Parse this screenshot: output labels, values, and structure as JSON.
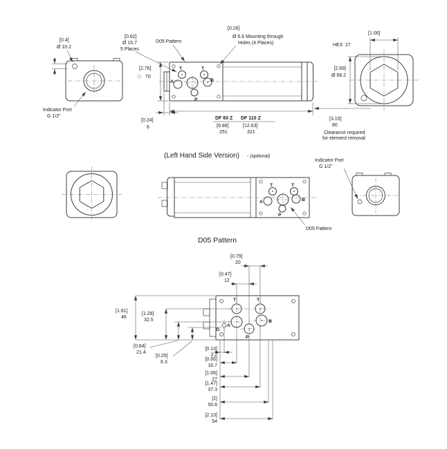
{
  "drawing": {
    "bg": "#ffffff",
    "line": "#3c3c3c",
    "text": "#1b1b1b"
  },
  "fig1": {
    "dim_indicator_hole": {
      "in": "[0.4]",
      "mm": "Ø 10.2"
    },
    "dim_ports": {
      "in": "[0.62]",
      "mm": "Ø 15.7",
      "note": "5 Places"
    },
    "callout_d05": "D05 Pattern",
    "dim_mounting": {
      "in": "[0.26]",
      "line1": "Ø 6.6  Mounting through",
      "line2": "Holes (4 Places)"
    },
    "label_hex": "HEX",
    "dim_hex": {
      "in": "[1.06]",
      "mm": "27"
    },
    "dim_square": {
      "in": "[2.76]",
      "symbol": "□",
      "mm": "70"
    },
    "dim_diameter": {
      "in": "[2.69]",
      "mm": "Ø 68.2"
    },
    "label_indicator1": "Indicator Port",
    "label_indicator2": "G 1/2\"",
    "dim_boss": {
      "in": "[0.24]",
      "mm": "6"
    },
    "table": {
      "h1": "DF 60 Z",
      "h2": "DF 110 Z",
      "in1": "[9.88]",
      "in2": "[12.63]",
      "mm1": "251",
      "mm2": "321"
    },
    "clearance": {
      "in": "[3.15]",
      "mm": "80",
      "note1": "Clearance required",
      "note2": "for element removal"
    },
    "ports": {
      "t1": "T",
      "t2": "T",
      "a": "A",
      "b": "B",
      "p": "P"
    }
  },
  "fig2": {
    "title": "(Left Hand Side Version)",
    "subtitle": "- (optional)",
    "label_indicator1": "Indicator Port",
    "label_indicator2": "G 1/2\"",
    "callout_d05": "D05 Pattern",
    "ports": {
      "t1": "T",
      "t2": "T",
      "a": "A",
      "b": "B",
      "p": "P"
    }
  },
  "fig3": {
    "title": "D05 Pattern",
    "ports": {
      "t1": "T",
      "t2": "T",
      "a": "A",
      "b": "B",
      "p": "P",
      "g": "G"
    },
    "dim_20": {
      "in": "[0.79]",
      "mm": "20"
    },
    "dim_12": {
      "in": "[0.47]",
      "mm": "12"
    },
    "dim_46": {
      "in": "[1.81]",
      "mm": "46"
    },
    "dim_32_5": {
      "in": "[1.28]",
      "mm": "32.5"
    },
    "dim_21_4": {
      "in": "[0.84]",
      "mm": "21.4"
    },
    "dim_6_3": {
      "in": "[0.25]",
      "mm": "6.3"
    },
    "dim_3_2": {
      "in": "[0.13]",
      "mm": "3.2"
    },
    "dim_16_7": {
      "in": "[0.66]",
      "mm": "16.7"
    },
    "dim_27": {
      "in": "[1.06]",
      "mm": "27"
    },
    "dim_37_3": {
      "in": "[1.47]",
      "mm": "37.3"
    },
    "dim_50_8": {
      "in": "[2]",
      "mm": "50.8"
    },
    "dim_54": {
      "in": "[2.13]",
      "mm": "54"
    }
  }
}
